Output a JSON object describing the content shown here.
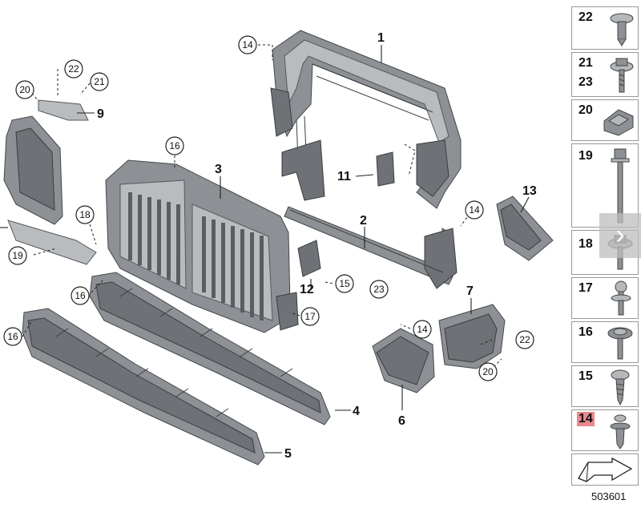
{
  "callouts": {
    "main": [
      "1",
      "2",
      "3",
      "4",
      "5",
      "6",
      "7",
      "9",
      "11",
      "12",
      "13"
    ],
    "circled": [
      "14",
      "14",
      "14",
      "15",
      "16",
      "16",
      "16",
      "17",
      "18",
      "19",
      "20",
      "20",
      "21",
      "22",
      "22",
      "23"
    ]
  },
  "labels": {
    "p1": "1",
    "p2": "2",
    "p3": "3",
    "p4": "4",
    "p5": "5",
    "p6": "6",
    "p7": "7",
    "p9": "9",
    "p11": "11",
    "p12": "12",
    "p13": "13",
    "c14a": "14",
    "c14b": "14",
    "c14c": "14",
    "c15": "15",
    "c16a": "16",
    "c16b": "16",
    "c16c": "16",
    "c17": "17",
    "c18": "18",
    "c19": "19",
    "c20a": "20",
    "c20b": "20",
    "c21": "21",
    "c22a": "22",
    "c22b": "22",
    "c23": "23"
  },
  "legend": {
    "items": [
      {
        "label": "22",
        "icon": "push-rivet-icon"
      },
      {
        "label": "21",
        "label2": "23",
        "icon": "screw-with-washer-icon"
      },
      {
        "label": "20",
        "icon": "clip-nut-icon"
      },
      {
        "label": "19",
        "icon": "long-bolt-icon"
      },
      {
        "label": "18",
        "icon": "flange-bolt-icon"
      },
      {
        "label": "17",
        "icon": "ball-stud-icon"
      },
      {
        "label": "16",
        "icon": "hex-flange-screw-icon"
      },
      {
        "label": "15",
        "icon": "self-tapping-screw-icon"
      },
      {
        "label": "14",
        "icon": "expanding-rivet-icon",
        "highlighted": true
      },
      {
        "label": "",
        "icon": "arrow-plate-icon"
      }
    ],
    "highlight_color": "#e8888c"
  },
  "document_number": "503601",
  "nav": {
    "icon": "chevron-right-icon",
    "glyph": "›"
  }
}
